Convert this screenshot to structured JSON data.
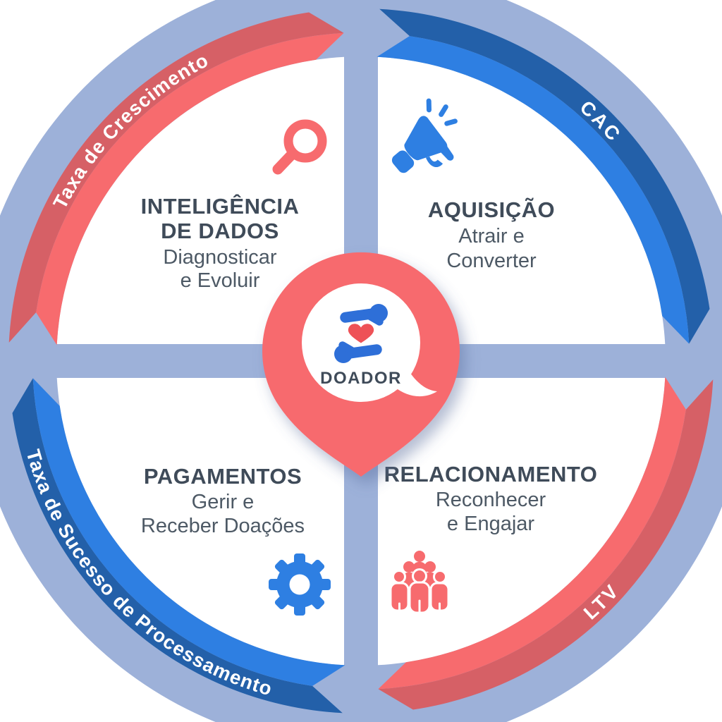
{
  "diagram": {
    "center": {
      "label": "DOADOR",
      "icon": "hands-holding-heart-icon"
    },
    "quadrants": [
      {
        "key": "inteligencia-de-dados",
        "position": "top-left",
        "title": [
          "INTELIGÊNCIA",
          "DE DADOS"
        ],
        "subtitle": [
          "Diagnosticar",
          "e Evoluir"
        ],
        "icon": "magnifier-icon",
        "icon_color": "coral"
      },
      {
        "key": "aquisicao",
        "position": "top-right",
        "title": [
          "AQUISIÇÃO"
        ],
        "subtitle": [
          "Atrair e",
          "Converter"
        ],
        "icon": "megaphone-icon",
        "icon_color": "blue"
      },
      {
        "key": "pagamentos",
        "position": "bottom-left",
        "title": [
          "PAGAMENTOS"
        ],
        "subtitle": [
          "Gerir e",
          "Receber Doações"
        ],
        "icon": "gear-icon",
        "icon_color": "blue"
      },
      {
        "key": "relacionamento",
        "position": "bottom-right",
        "title": [
          "RELACIONAMENTO"
        ],
        "subtitle": [
          "Reconhecer",
          "e Engajar"
        ],
        "icon": "people-icon",
        "icon_color": "coral"
      }
    ],
    "ring_metrics": [
      {
        "key": "taxa-de-crescimento",
        "label": "Taxa de Crescimento",
        "position": "top-left-arc",
        "color": "red"
      },
      {
        "key": "cac",
        "label": "CAC",
        "position": "top-right-arc",
        "color": "blue"
      },
      {
        "key": "ltv",
        "label": "LTV",
        "position": "bottom-right-arc",
        "color": "red"
      },
      {
        "key": "taxa-de-sucesso-de-processamento",
        "label": "Taxa de Sucesso de Processamento",
        "position": "bottom-left-arc",
        "color": "blue"
      }
    ],
    "colors": {
      "ring_background": "#9DB1D9",
      "coral": "#F76B6E",
      "coral_dark": "#D66066",
      "blue": "#2E7FE2",
      "blue_dark": "#2360A9",
      "panel": "#FFFFFF",
      "title_text": "#3F4B59",
      "subtitle_text": "#4D5965",
      "label_text": "#FFFFFF",
      "heart": "#EE5257",
      "hands_blue": "#2E6FD8"
    }
  }
}
